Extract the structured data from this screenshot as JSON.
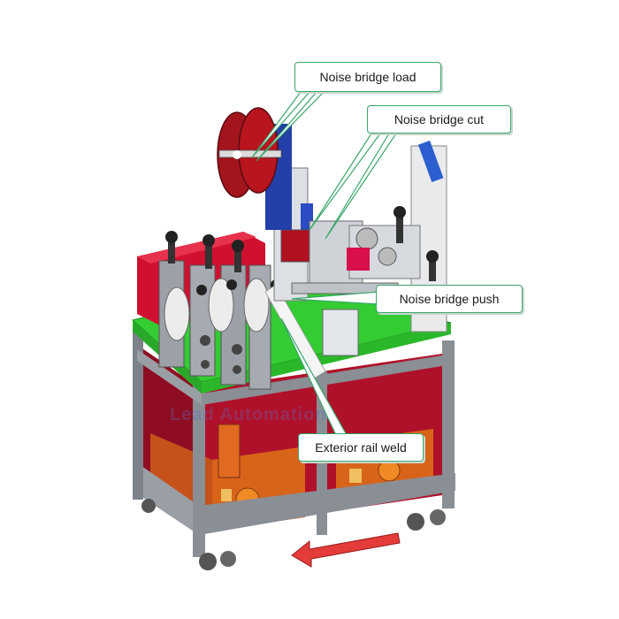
{
  "callouts": {
    "noise_bridge_load": "Noise bridge load",
    "noise_bridge_cut": "Noise bridge cut",
    "noise_bridge_push": "Noise bridge  push",
    "exterior_rail_weld": "Exterior rail weld"
  },
  "watermark": "Lead Automation",
  "colors": {
    "frame": "#8a8e95",
    "deck": "#33cc33",
    "panel_red": "#b0112a",
    "cabinet_orange": "#d8641a",
    "callout_border": "#3aa66a",
    "flow_arrow": "#e43b3b",
    "spool": "#a3141c",
    "blue_mount": "#2340a8"
  },
  "icons": [
    "red-flow-arrow"
  ]
}
